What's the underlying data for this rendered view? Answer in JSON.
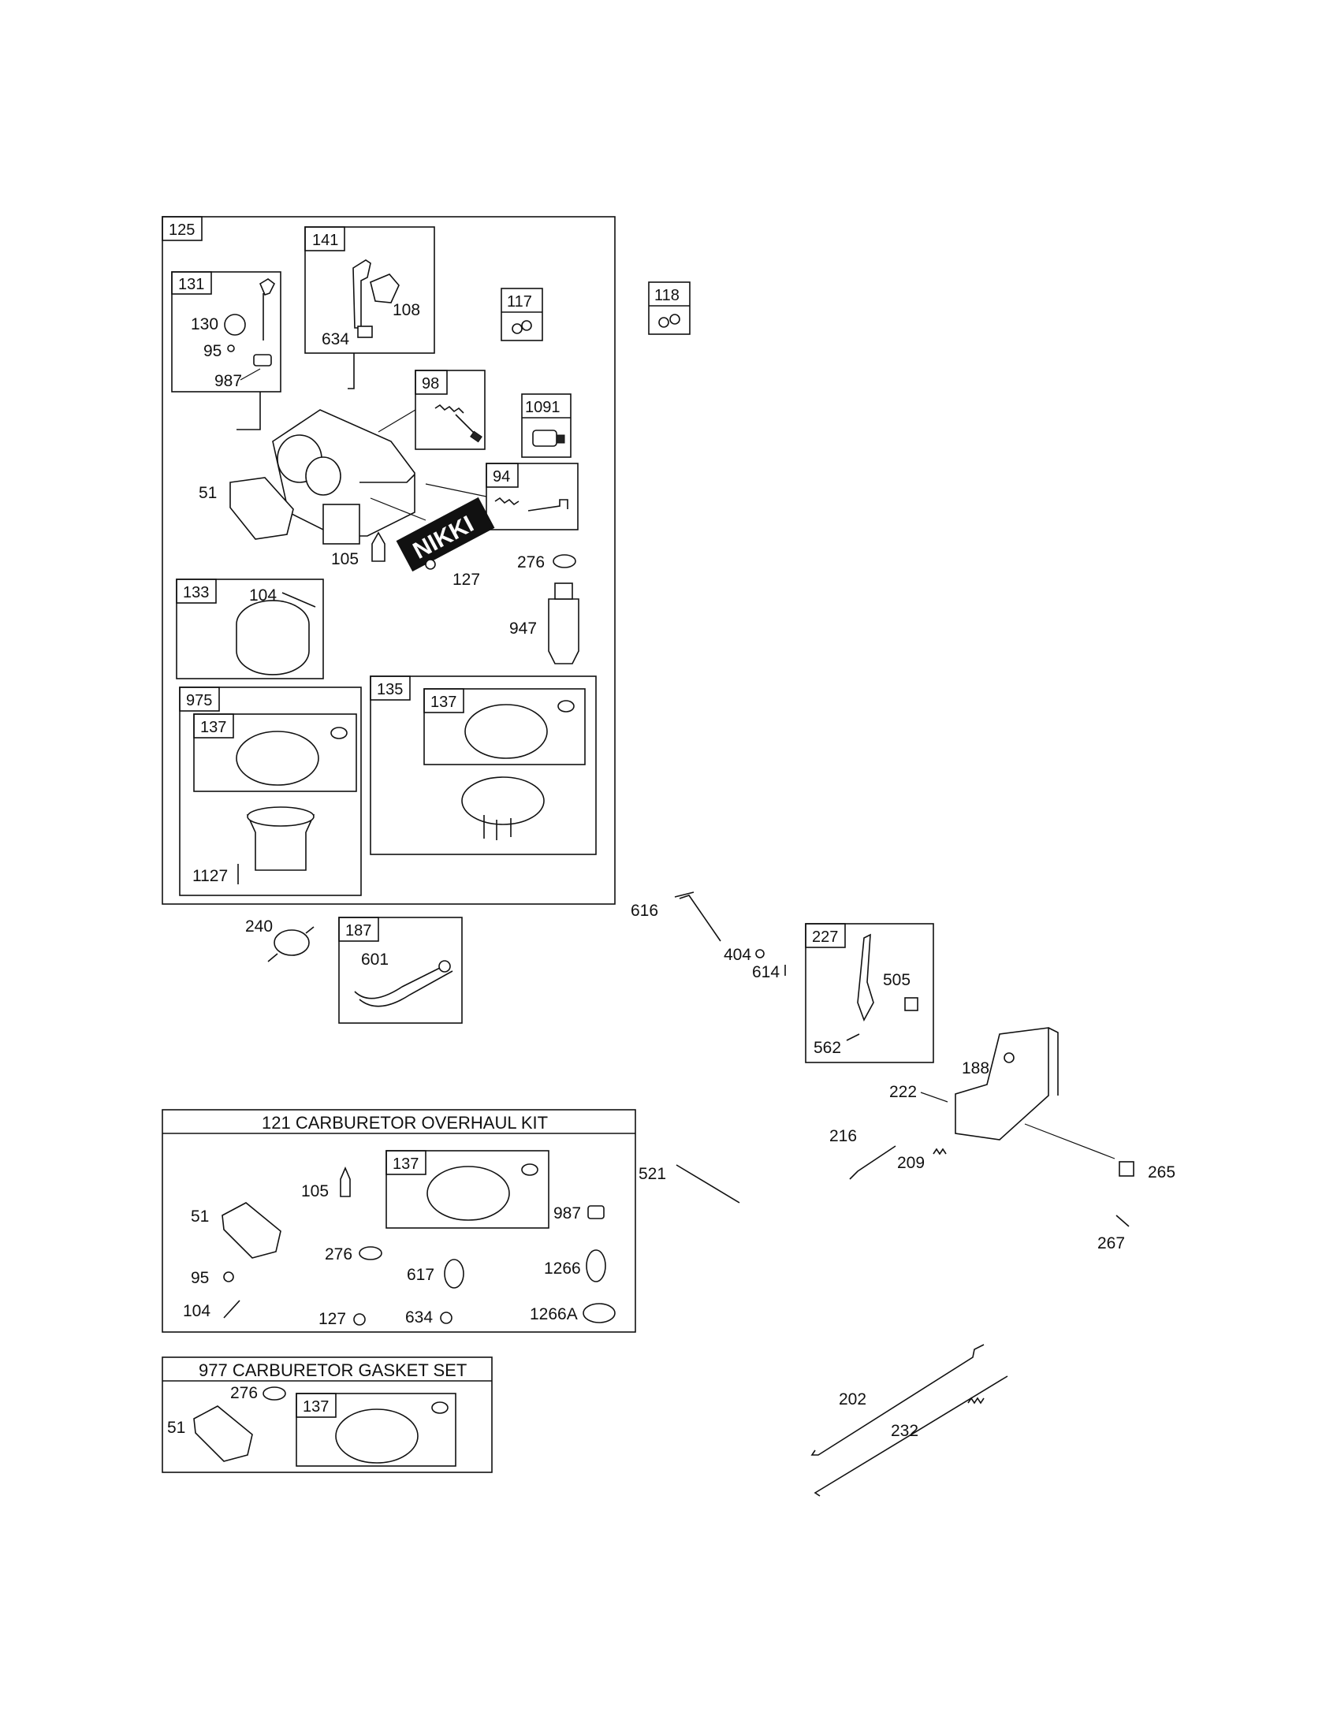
{
  "groups": {
    "g125": "125",
    "g131": "131",
    "g141": "141",
    "g117": "117",
    "g118": "118",
    "g98": "98",
    "g1091": "1091",
    "g94": "94",
    "g133": "133",
    "g975": "975",
    "g137": "137",
    "g135": "135",
    "g187": "187",
    "g227": "227"
  },
  "parts": {
    "p130": "130",
    "p95": "95",
    "p987": "987",
    "p108": "108",
    "p634": "634",
    "p51": "51",
    "p105": "105",
    "p127": "127",
    "p276": "276",
    "p947": "947",
    "p104": "104",
    "p1127": "1127",
    "p240": "240",
    "p601": "601",
    "p616": "616",
    "p404": "404",
    "p614": "614",
    "p505": "505",
    "p562": "562",
    "p188": "188",
    "p222": "222",
    "p216": "216",
    "p209": "209",
    "p265": "265",
    "p267": "267",
    "p521": "521",
    "p202": "202",
    "p232": "232",
    "p617": "617",
    "p1266": "1266",
    "p1266A": "1266A"
  },
  "brand_label": "NIKKI",
  "kits": {
    "overhaul_title": "121 CARBURETOR OVERHAUL KIT",
    "gasket_title": "977 CARBURETOR GASKET SET"
  }
}
